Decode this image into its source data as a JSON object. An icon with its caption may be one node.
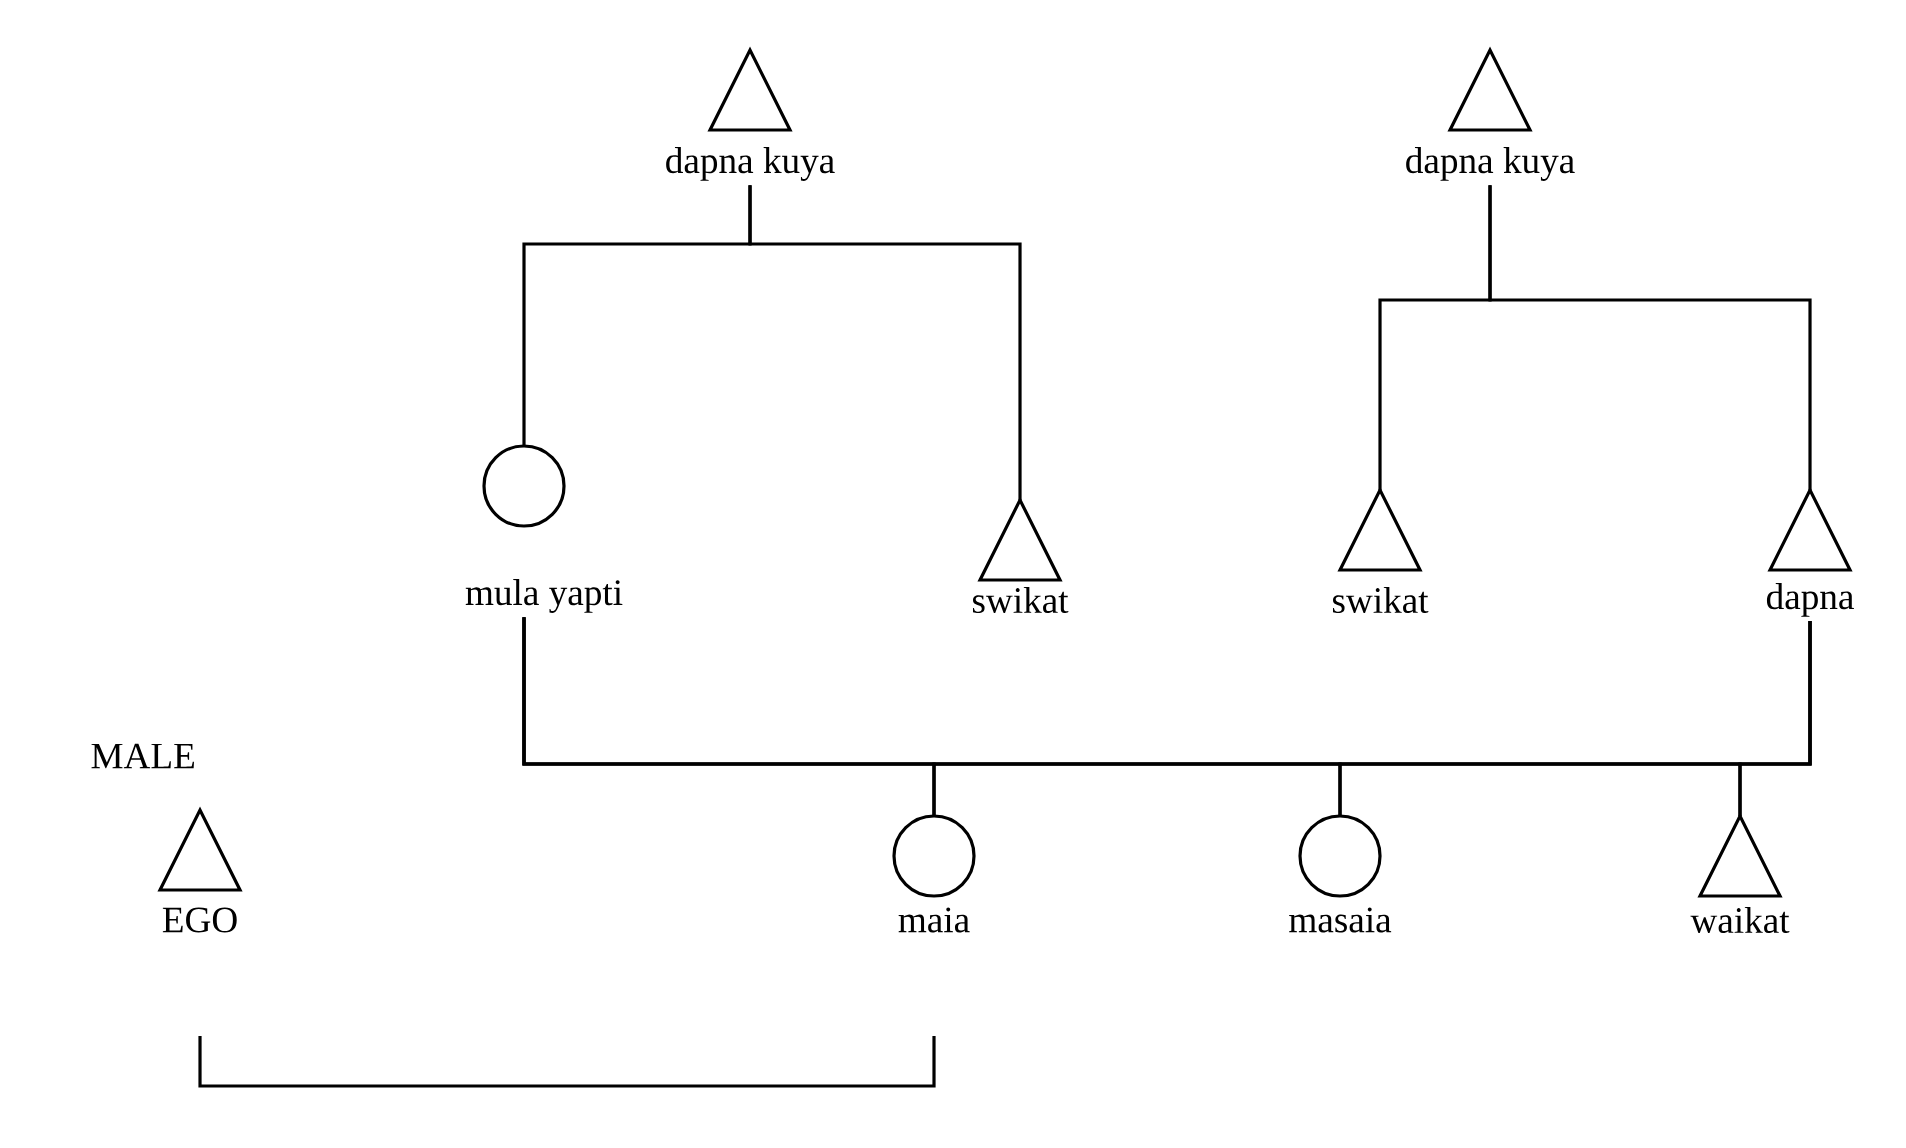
{
  "diagram": {
    "nodes": [
      {
        "text": [
          "dapna kuya"
        ]
      },
      {
        "text": [
          "dapna kuya"
        ]
      },
      {
        "text": [
          "mula yapti"
        ]
      },
      {
        "text": [
          "swikat"
        ]
      },
      {
        "text": [
          "swikat"
        ]
      },
      {
        "text": [
          "dapna"
        ]
      },
      {
        "text": [
          "EGO"
        ]
      },
      {
        "text": [
          "maia"
        ]
      },
      {
        "text": [
          "masaia"
        ]
      },
      {
        "text": [
          "waikat"
        ]
      }
    ],
    "edges": [
      {
        "from": 0,
        "to": 2,
        "arrow": "none"
      },
      {
        "from": 0,
        "to": 3,
        "arrow": "none"
      },
      {
        "from": 1,
        "to": 4,
        "arrow": "none"
      },
      {
        "from": 1,
        "to": 5,
        "arrow": "none"
      },
      {
        "from": 2,
        "to": 7,
        "arrow": "none"
      },
      {
        "from": 2,
        "to": 8,
        "arrow": "none"
      },
      {
        "from": 2,
        "to": 9,
        "arrow": "none"
      },
      {
        "from": 5,
        "to": 7,
        "arrow": "none"
      },
      {
        "from": 5,
        "to": 8,
        "arrow": "none"
      },
      {
        "from": 5,
        "to": 9,
        "arrow": "none"
      },
      {
        "from": 6,
        "to": 7,
        "arrow": "none"
      }
    ],
    "labels": [
      "MALE"
    ]
  }
}
